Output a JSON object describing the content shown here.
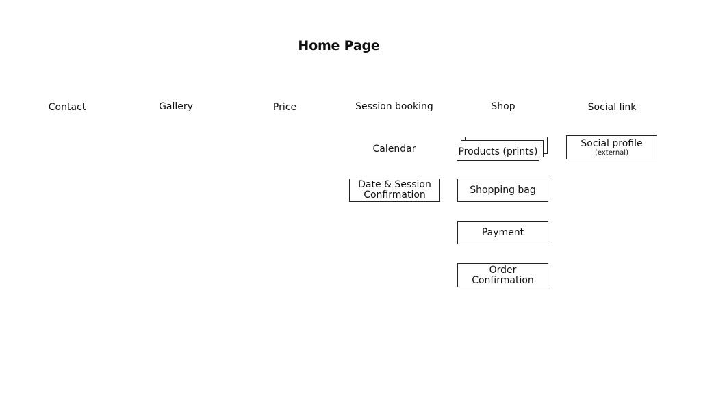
{
  "title": "Home Page",
  "columns": {
    "contact": "Contact",
    "gallery": "Gallery",
    "price": "Price",
    "session_booking": "Session booking",
    "shop": "Shop",
    "social_link": "Social link"
  },
  "session_booking": {
    "calendar": "Calendar",
    "confirmation_line1": "Date & Session",
    "confirmation_line2": "Confirmation"
  },
  "shop": {
    "products": "Products (prints)",
    "shopping_bag": "Shopping bag",
    "payment": "Payment",
    "order_confirmation": "Order Confirmation"
  },
  "social": {
    "profile": "Social profile",
    "profile_note": "(external)"
  }
}
